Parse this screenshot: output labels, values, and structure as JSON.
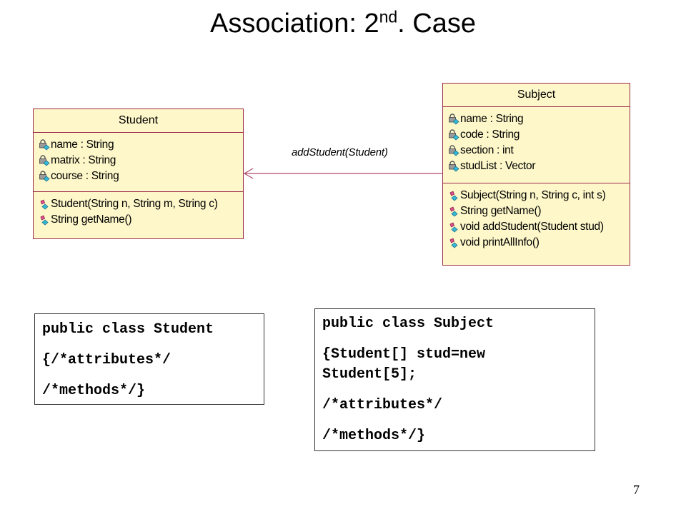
{
  "slide": {
    "title": "Association: 2",
    "title_sup": "nd",
    "title_suffix": ". Case",
    "page_number": "7"
  },
  "diagram": {
    "student_class": {
      "name": "Student",
      "attributes": [
        "name : String",
        "matrix : String",
        "course : String"
      ],
      "methods": [
        "Student(String n, String m, String c)",
        "String getName()"
      ]
    },
    "subject_class": {
      "name": "Subject",
      "attributes": [
        "name : String",
        "code : String",
        "section : int",
        "studList : Vector"
      ],
      "methods": [
        "Subject(String n, String c, int s)",
        "String getName()",
        "void addStudent(Student stud)",
        "void printAllInfo()"
      ]
    },
    "association_label": "addStudent(Student)"
  },
  "code": {
    "student": [
      "public class Student",
      "{/*attributes*/",
      "/*methods*/}"
    ],
    "subject": [
      "public class Subject",
      "{Student[] stud=new Student[5];",
      "/*attributes*/",
      "/*methods*/}"
    ]
  },
  "colors": {
    "class_fill": "#fdf7c9",
    "class_border": "#9c2a4a",
    "arrow": "#b04a6a"
  }
}
